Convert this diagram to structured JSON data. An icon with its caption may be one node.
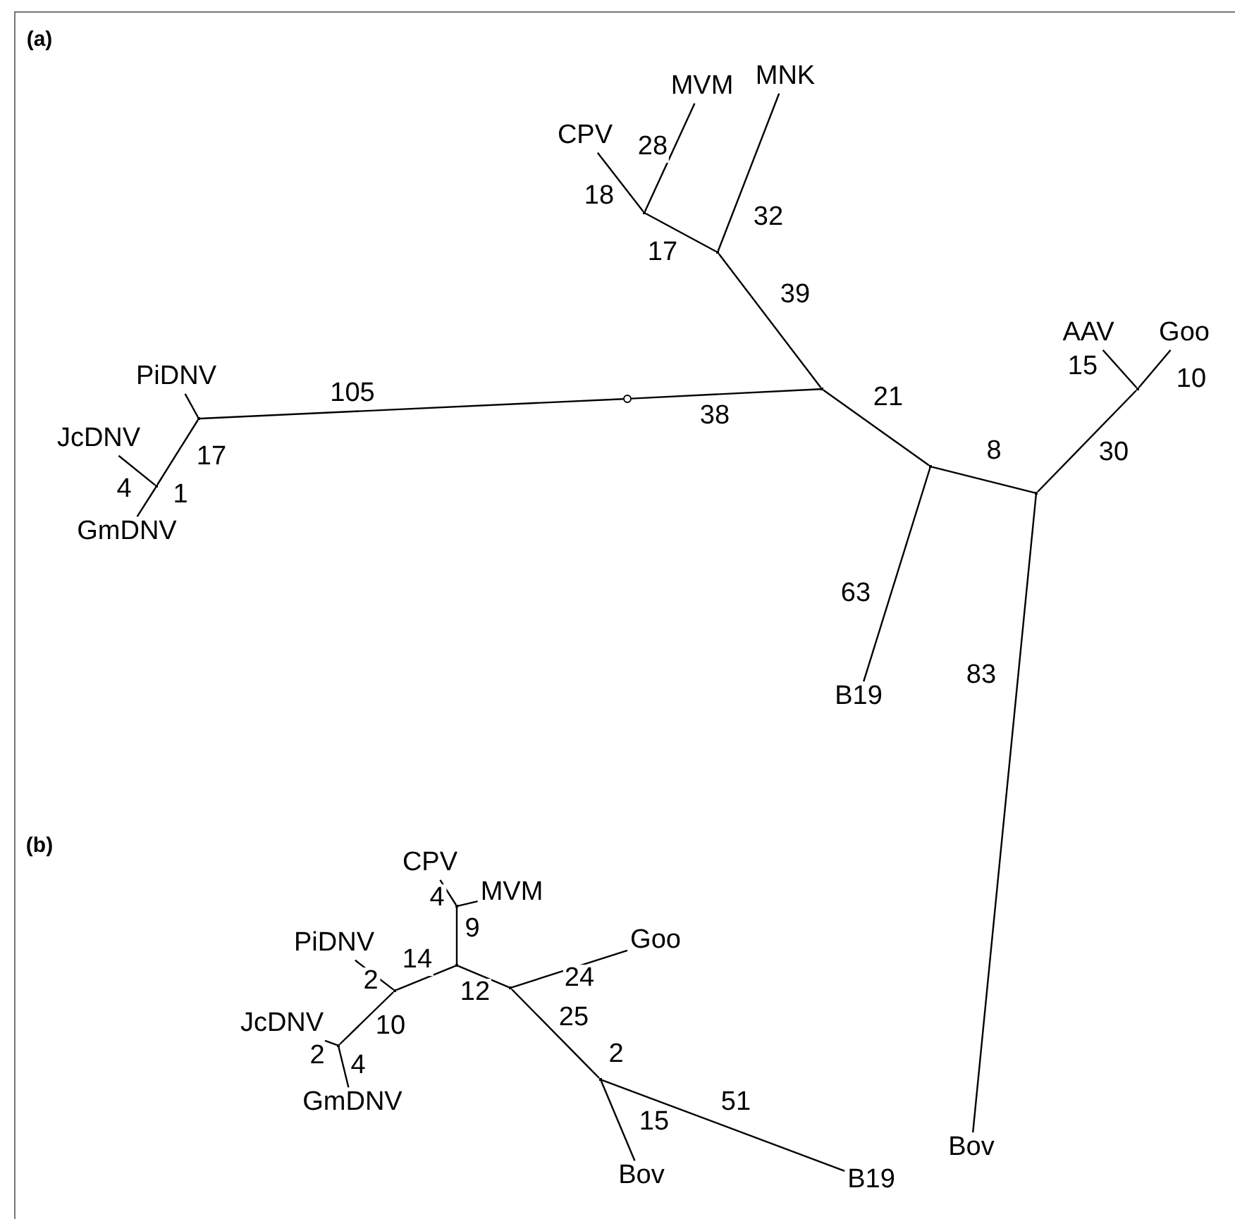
{
  "diagram": {
    "nodes": [
      {
        "text": [
          "PiDNV"
        ]
      },
      {
        "text": [
          "JcDNV"
        ]
      },
      {
        "text": [
          "GmDNV"
        ]
      },
      {
        "text": [
          "CPV"
        ]
      },
      {
        "text": [
          "MVM"
        ]
      },
      {
        "text": [
          "MNK"
        ]
      },
      {
        "text": [
          "AAV"
        ]
      },
      {
        "text": [
          "Goo"
        ]
      },
      {
        "text": [
          "B19"
        ]
      },
      {
        "text": [
          "Bov"
        ]
      },
      {
        "text": [],
        "shape": "point"
      },
      {
        "text": [],
        "shape": "point"
      },
      {
        "text": [],
        "shape": "circle"
      },
      {
        "text": [],
        "shape": "point"
      },
      {
        "text": [],
        "shape": "point"
      },
      {
        "text": [],
        "shape": "point"
      },
      {
        "text": [],
        "shape": "point"
      },
      {
        "text": [],
        "shape": "point"
      },
      {
        "text": [],
        "shape": "point"
      },
      {
        "text": [
          "CPV"
        ]
      },
      {
        "text": [
          "MVM"
        ]
      },
      {
        "text": [
          "PiDNV"
        ]
      },
      {
        "text": [
          "JcDNV"
        ]
      },
      {
        "text": [
          "GmDNV"
        ]
      },
      {
        "text": [
          "Goo"
        ]
      },
      {
        "text": [
          "Bov"
        ]
      },
      {
        "text": [
          "B19"
        ]
      },
      {
        "text": [],
        "shape": "point"
      },
      {
        "text": [],
        "shape": "point"
      },
      {
        "text": [],
        "shape": "point"
      },
      {
        "text": [],
        "shape": "point"
      },
      {
        "text": [],
        "shape": "point"
      },
      {
        "text": [],
        "shape": "point"
      }
    ],
    "edges": [
      {
        "from": 10,
        "to": 0,
        "arrow": "none"
      },
      {
        "from": 11,
        "to": 1,
        "arrow": "none",
        "label": "4"
      },
      {
        "from": 11,
        "to": 2,
        "arrow": "none",
        "label": "1"
      },
      {
        "from": 10,
        "to": 11,
        "arrow": "none",
        "label": "17"
      },
      {
        "from": 10,
        "to": 12,
        "arrow": "none",
        "label": "105"
      },
      {
        "from": 12,
        "to": 13,
        "arrow": "none",
        "label": "38"
      },
      {
        "from": 13,
        "to": 14,
        "arrow": "none",
        "label": "39"
      },
      {
        "from": 14,
        "to": 5,
        "arrow": "none",
        "label": "32"
      },
      {
        "from": 14,
        "to": 15,
        "arrow": "none",
        "label": "17"
      },
      {
        "from": 15,
        "to": 4,
        "arrow": "none",
        "label": "28"
      },
      {
        "from": 15,
        "to": 3,
        "arrow": "none",
        "label": "18"
      },
      {
        "from": 13,
        "to": 16,
        "arrow": "none",
        "label": "21"
      },
      {
        "from": 16,
        "to": 8,
        "arrow": "none",
        "label": "63"
      },
      {
        "from": 16,
        "to": 17,
        "arrow": "none",
        "label": "8"
      },
      {
        "from": 17,
        "to": 9,
        "arrow": "none",
        "label": "83"
      },
      {
        "from": 17,
        "to": 18,
        "arrow": "none",
        "label": "30"
      },
      {
        "from": 18,
        "to": 6,
        "arrow": "none",
        "label": "15"
      },
      {
        "from": 18,
        "to": 7,
        "arrow": "none",
        "label": "10"
      },
      {
        "from": 27,
        "to": 19,
        "arrow": "none",
        "label": "4"
      },
      {
        "from": 27,
        "to": 20,
        "arrow": "none"
      },
      {
        "from": 27,
        "to": 28,
        "arrow": "none",
        "label": "9"
      },
      {
        "from": 28,
        "to": 29,
        "arrow": "none",
        "label": "14"
      },
      {
        "from": 29,
        "to": 21,
        "arrow": "none",
        "label": "2"
      },
      {
        "from": 29,
        "to": 30,
        "arrow": "none",
        "label": "10"
      },
      {
        "from": 30,
        "to": 22,
        "arrow": "none",
        "label": "2"
      },
      {
        "from": 30,
        "to": 23,
        "arrow": "none",
        "label": "4"
      },
      {
        "from": 28,
        "to": 31,
        "arrow": "none",
        "label": "12"
      },
      {
        "from": 31,
        "to": 24,
        "arrow": "none",
        "label": "24"
      },
      {
        "from": 31,
        "to": 32,
        "arrow": "none",
        "label": "25"
      },
      {
        "from": 32,
        "to": 25,
        "arrow": "none",
        "label": "15"
      },
      {
        "from": 32,
        "to": 26,
        "arrow": "none",
        "label": "51"
      }
    ],
    "labels": [
      "(a)",
      "(b)",
      "2"
    ]
  }
}
